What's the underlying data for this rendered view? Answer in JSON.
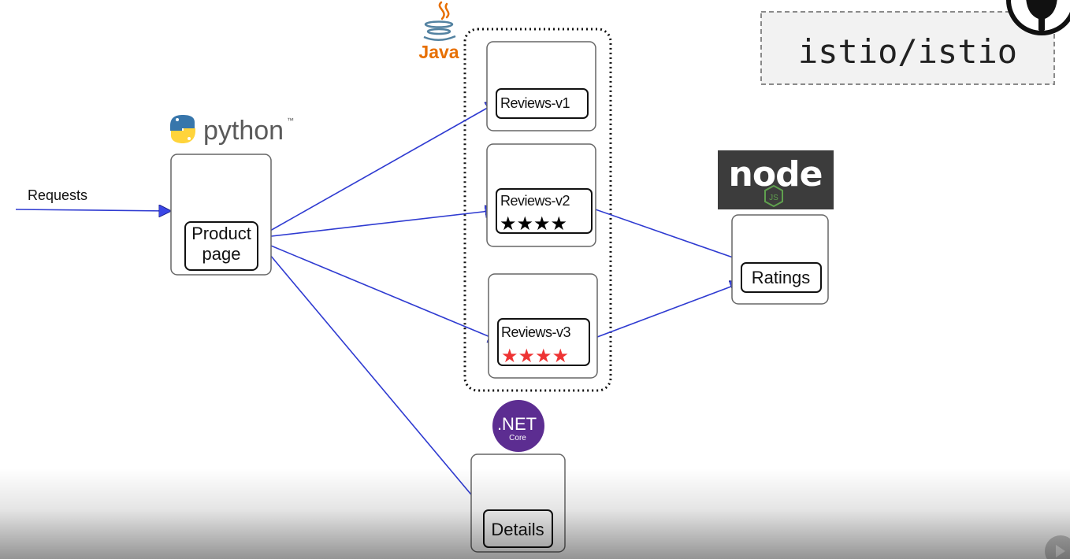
{
  "repo": {
    "label": "istio/istio"
  },
  "logos": {
    "java": "Java",
    "python": "python",
    "python_tm": "™",
    "node": "node",
    "node_js": "JS",
    "dotnet_main": ".NET",
    "dotnet_sub": "Core"
  },
  "request_label": "Requests",
  "services": {
    "productpage": {
      "line1": "Product",
      "line2": "page"
    },
    "reviews_v1": {
      "label": "Reviews-v1"
    },
    "reviews_v2": {
      "label": "Reviews-v2",
      "stars": "★★★★",
      "star_color": "#000000"
    },
    "reviews_v3": {
      "label": "Reviews-v3",
      "stars": "★★★★",
      "star_color": "#ee3333"
    },
    "ratings": {
      "label": "Ratings"
    },
    "details": {
      "label": "Details"
    }
  },
  "colors": {
    "edge": "#2f3bd1",
    "arrowhead": "#3b46e6",
    "node_logo_bg": "#3c3c3c",
    "node_green": "#5fa04e",
    "dotnet_purple": "#5c2d91",
    "java_red": "#e76f00",
    "java_blue": "#5382a1",
    "python_blue": "#3776ab",
    "python_yellow": "#ffd43b"
  },
  "icons": [
    "java-logo",
    "python-logo",
    "node-js-logo",
    "dotnet-core-logo",
    "github-octocat-icon",
    "pluralsight-icon"
  ]
}
